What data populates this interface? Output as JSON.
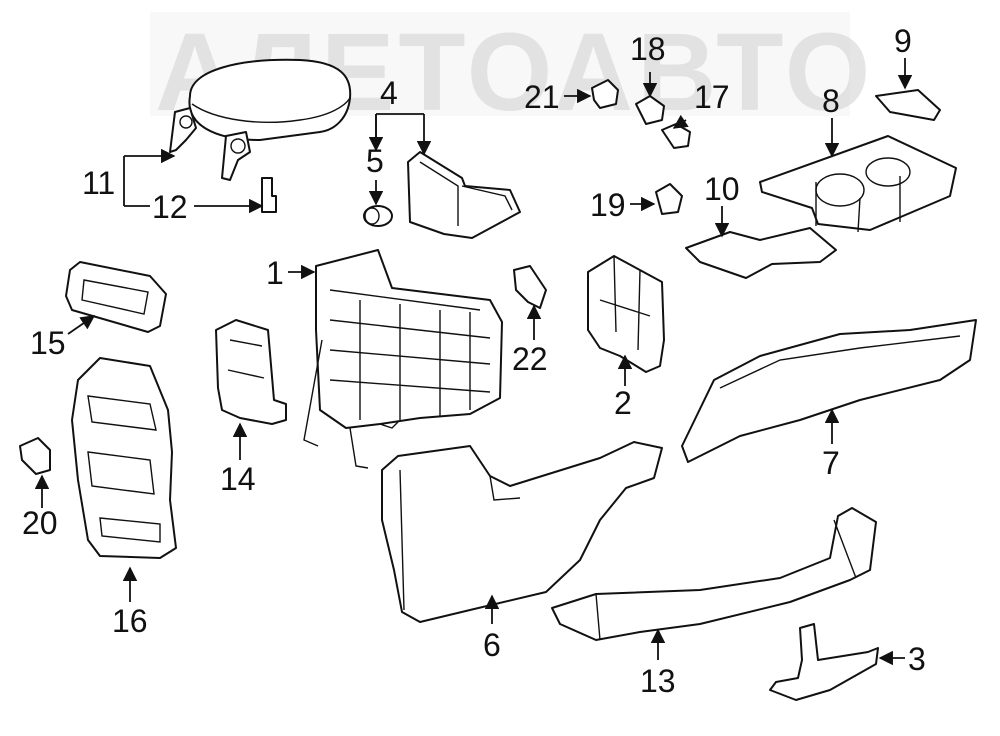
{
  "watermark": "АЛЕТОАВТО",
  "callouts": {
    "c1": "1",
    "c2": "2",
    "c3": "3",
    "c4": "4",
    "c5": "5",
    "c6": "6",
    "c7": "7",
    "c8": "8",
    "c9": "9",
    "c10": "10",
    "c11": "11",
    "c12": "12",
    "c13": "13",
    "c14": "14",
    "c15": "15",
    "c16": "16",
    "c17": "17",
    "c18": "18",
    "c19": "19",
    "c20": "20",
    "c21": "21",
    "c22": "22"
  },
  "colors": {
    "line": "#111111",
    "background": "#ffffff",
    "watermark": "#cfcfcf"
  }
}
